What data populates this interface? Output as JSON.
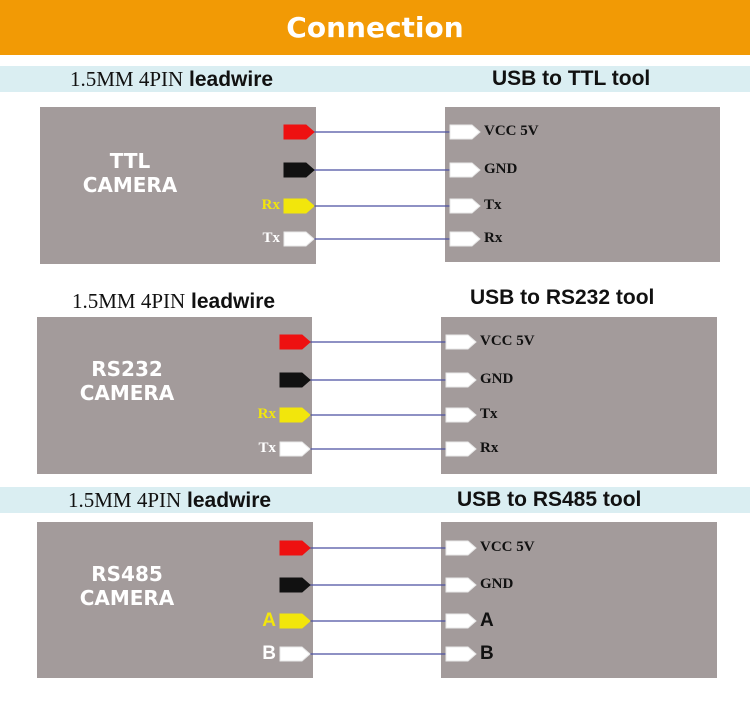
{
  "banner": {
    "title": "Connection",
    "color": "#f29a05"
  },
  "colors": {
    "strip": "#daeef2",
    "box": "#a39b9b",
    "wire": "#4b4fa0",
    "red": "#ee1111",
    "black": "#111111",
    "yellow": "#f2e60c",
    "white": "#ffffff"
  },
  "sections": [
    {
      "lead_main": "1.5MM 4PIN",
      "lead_suffix": "leadwire",
      "tool_label": "USB to TTL tool",
      "camera_label_1": "TTL",
      "camera_label_2": "CAMERA",
      "left_pins": [
        "",
        "",
        "Rx",
        "Tx"
      ],
      "right_pins": [
        "VCC 5V",
        "GND",
        "Tx",
        "Rx"
      ]
    },
    {
      "lead_main": "1.5MM 4PIN",
      "lead_suffix": "leadwire",
      "tool_label": "USB to RS232 tool",
      "camera_label_1": "RS232",
      "camera_label_2": "CAMERA",
      "left_pins": [
        "",
        "",
        "Rx",
        "Tx"
      ],
      "right_pins": [
        "VCC 5V",
        "GND",
        "Tx",
        "Rx"
      ]
    },
    {
      "lead_main": "1.5MM 4PIN",
      "lead_suffix": "leadwire",
      "tool_label": "USB to RS485 tool",
      "camera_label_1": "RS485",
      "camera_label_2": "CAMERA",
      "left_pins": [
        "",
        "",
        "A",
        "B"
      ],
      "right_pins": [
        "VCC 5V",
        "GND",
        "A",
        "B"
      ]
    }
  ]
}
